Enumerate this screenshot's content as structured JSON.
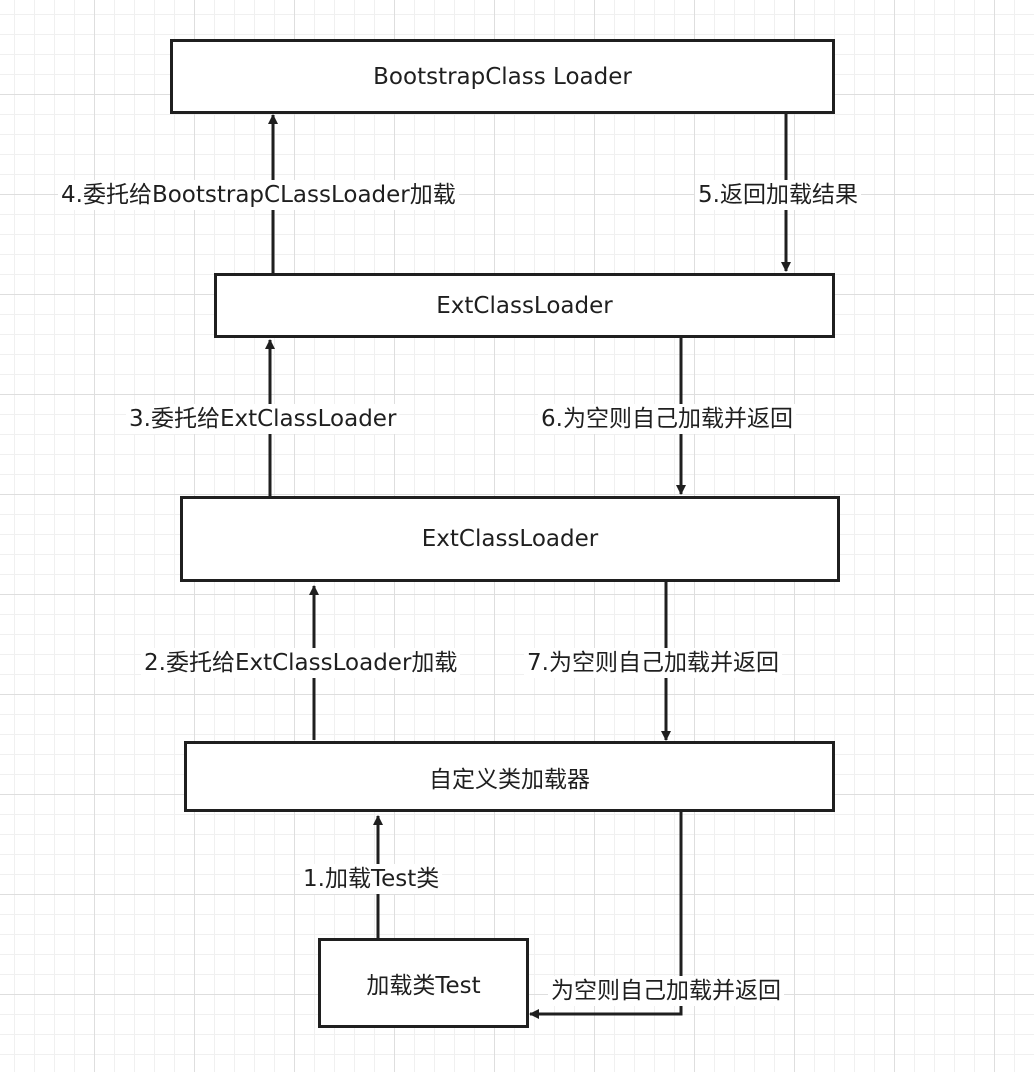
{
  "nodes": {
    "bootstrap": "BootstrapClass Loader",
    "ext_top": "ExtClassLoader",
    "ext_mid": "ExtClassLoader",
    "custom": "自定义类加载器",
    "test": "加载类Test"
  },
  "edges": {
    "step1": "1.加载Test类",
    "step2": "2.委托给ExtClassLoader加载",
    "step3": "3.委托给ExtClassLoader",
    "step4": "4.委托给BootstrapCLassLoader加载",
    "step5": "5.返回加载结果",
    "step6": "6.为空则自己加载并返回",
    "step7": "7.为空则自己加载并返回",
    "step8": "为空则自己加载并返回"
  },
  "colors": {
    "line": "#1f1f1f"
  }
}
